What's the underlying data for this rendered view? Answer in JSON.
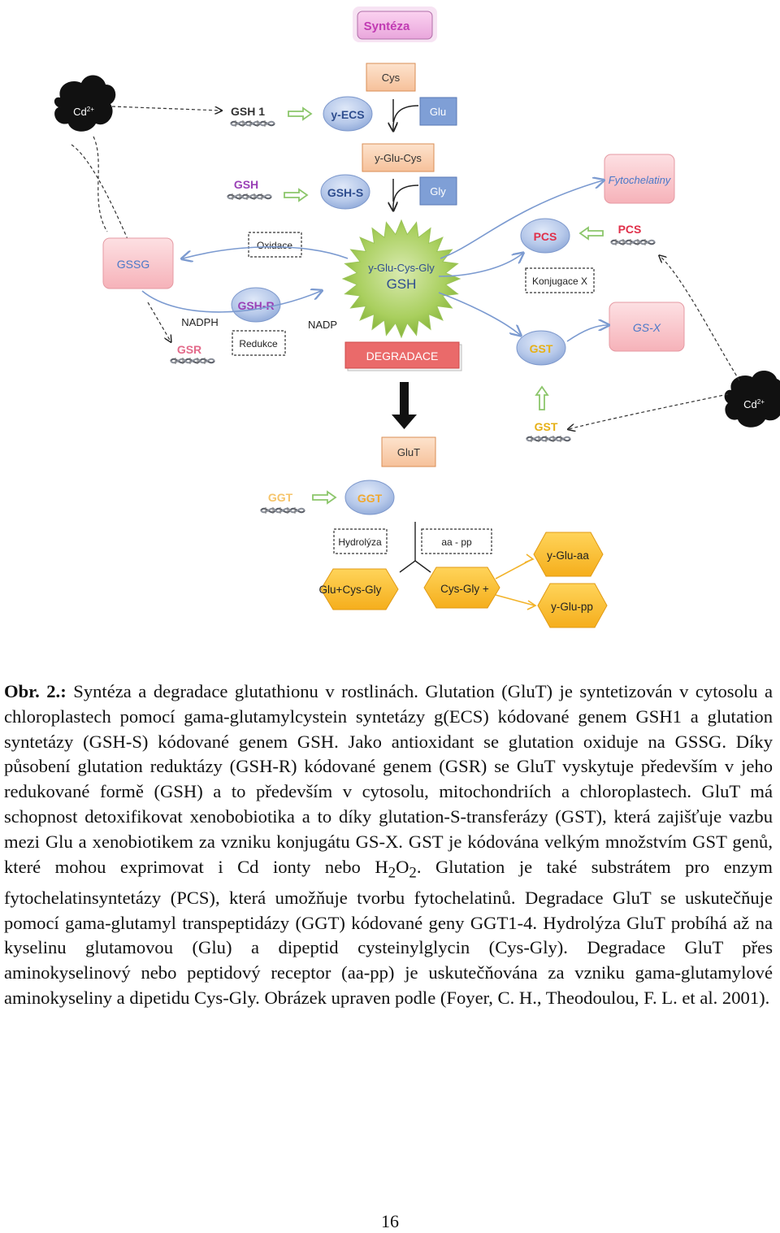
{
  "diagram": {
    "title": "Syntéza",
    "nodes": {
      "cys": "Cys",
      "cd_left": "Cd",
      "cd_right": "Cd",
      "cd_superscript": "2+",
      "gsh1_gene": "GSH 1",
      "y_ecs": "y-ECS",
      "glu": "Glu",
      "y_glu_cys": "y-Glu-Cys",
      "fytochelatiny": "Fytochelatiny",
      "gsh_gene": "GSH",
      "gsh_s": "GSH-S",
      "gly": "Gly",
      "gssg": "GSSG",
      "oxidace": "Oxidace",
      "gsh_center_top": "y-Glu-Cys-Gly",
      "gsh_center_bottom": "GSH",
      "pcs_enzyme": "PCS",
      "pcs_gene": "PCS",
      "konjugace": "Konjugace X",
      "gsh_r": "GSH-R",
      "nadph": "NADPH",
      "nadp": "NADP",
      "gsr_gene": "GSR",
      "redukce": "Redukce",
      "degradace": "DEGRADACE",
      "gst_enzyme": "GST",
      "gs_x": "GS-X",
      "gst_gene": "GST",
      "glut": "GluT",
      "ggt_gene": "GGT",
      "ggt_enzyme": "GGT",
      "hydrolyza": "Hydrolýza",
      "aa_pp": "aa - pp",
      "y_glu_aa": "y-Glu-aa",
      "glu_cys_gly": "Glu+Cys-Gly",
      "cys_gly_plus": "Cys-Gly +",
      "y_glu_pp": "y-Glu-pp"
    },
    "colors": {
      "blue_node": "#6f8fc9",
      "orange_box": "#f6c8a0",
      "pink_box": "#f7b6bd",
      "star_green": "#8cba3a",
      "hexagon": "#f6bd2c",
      "arrow_blue": "#7b9ad0",
      "arrow_green": "#a7d58a",
      "degradace_red": "#e06060"
    }
  },
  "caption": {
    "label": "Obr. 2.:",
    "parts": [
      " Syntéza a degradace glutathionu v rostlinách. Glutation (GluT) je syntetizován v cytosolu a chloroplastech pomocí gama-glutamylcystein syntetázy g(ECS) kódované genem GSH1 a glutation syntetázy (GSH-S) kódované genem GSH. Jako antioxidant se glutation oxiduje na GSSG. Díky působení glutation reduktázy (GSH-R) kódované genem (GSR) se GluT vyskytuje především v jeho redukované formě (GSH) a to především v cytosolu, mitochondriích a chloroplastech. GluT má schopnost detoxifikovat xenobobiotika a to díky glutation-S-transferázy (GST), která zajišťuje vazbu mezi Glu a xenobiotikem za vzniku konjugátu GS-X. GST je kódována velkým množstvím GST genů, které mohou exprimovat i Cd ionty nebo H",
      "2",
      "O",
      "2",
      ". Glutation je také substrátem pro enzym fytochelatinsyntetázy (PCS), která umožňuje tvorbu fytochelatinů. Degradace GluT se uskutečňuje pomocí gama-glutamyl transpeptidázy (GGT) kódované geny GGT1-4. Hydrolýza GluT probíhá až na kyselinu glutamovou (Glu) a dipeptid cysteinylglycin (Cys-Gly). Degradace GluT přes aminokyselinový nebo peptidový receptor (aa-pp) je uskutečňována za vzniku gama-glutamylové aminokyseliny a dipetidu Cys-Gly. Obrázek upraven podle (Foyer, C. H., Theodoulou, F. L. et al. 2001)."
    ]
  },
  "page_number": "16"
}
